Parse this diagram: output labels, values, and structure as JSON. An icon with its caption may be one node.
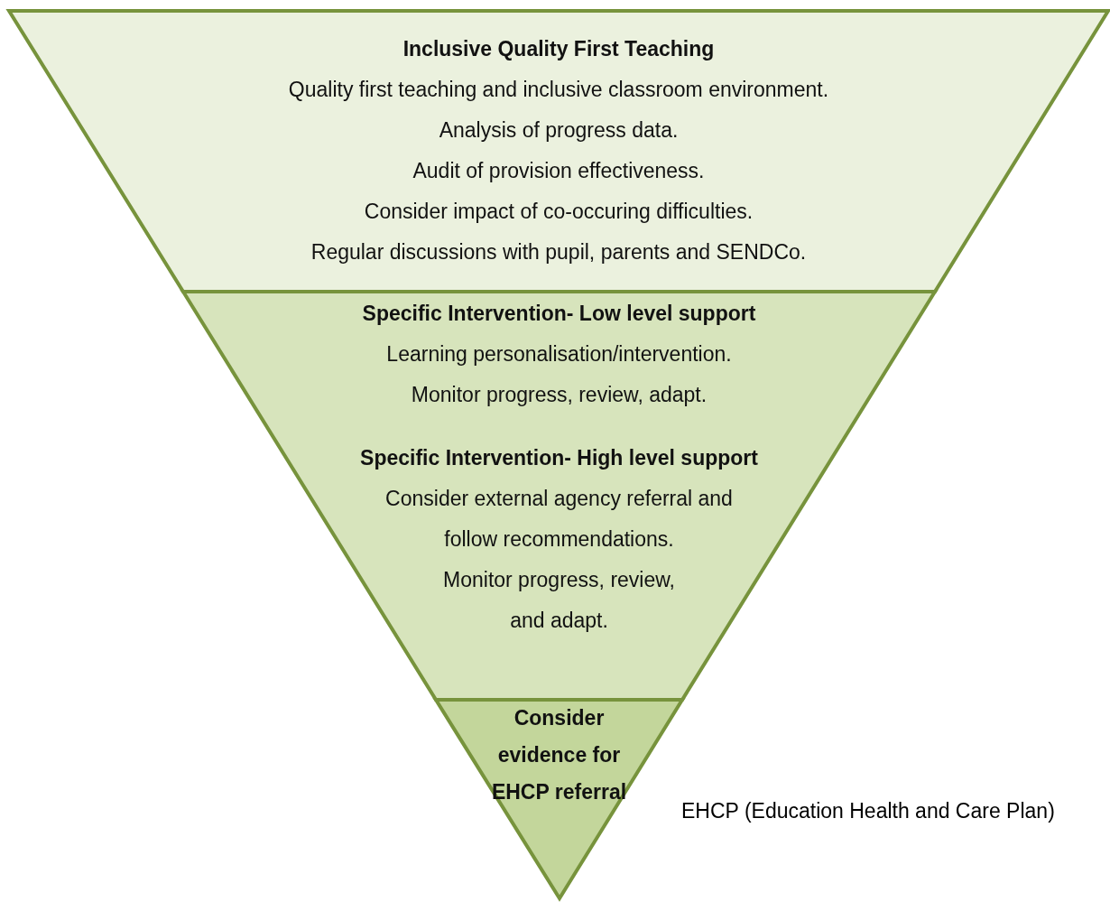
{
  "diagram": {
    "nodes": [
      {
        "text": [
          "Inclusive Quality First Teaching",
          "Quality first teaching and inclusive classroom environment.",
          "Analysis of progress data.",
          "Audit of provision effectiveness.",
          "Consider impact of co-occuring difficulties.",
          "Regular discussions with pupil, parents and SENDCo."
        ]
      },
      {
        "text": [
          "Specific Intervention- Low level support",
          "Learning personalisation/intervention.",
          "Monitor progress, review, adapt.",
          "Specific Intervention- High level support",
          "Consider external agency referral and follow recommendations.",
          "Monitor progress, review, and adapt."
        ]
      },
      {
        "text": [
          "Consider evidence for EHCP referral"
        ]
      }
    ],
    "labels": [
      "EHCP (Education Health and Care Plan)"
    ]
  }
}
